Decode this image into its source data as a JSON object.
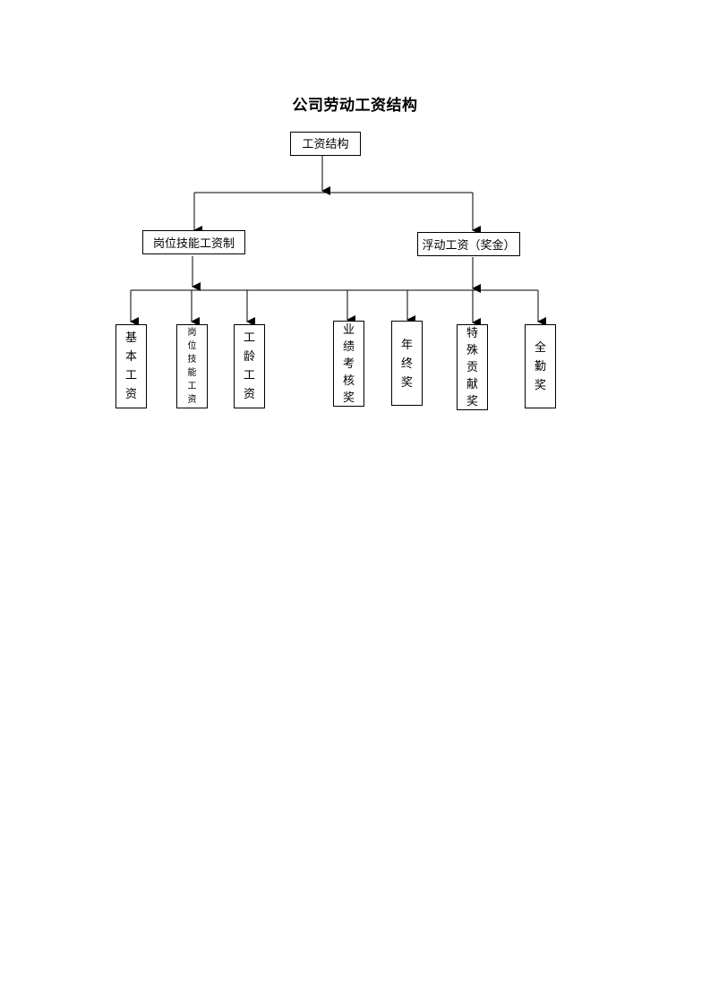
{
  "title": "公司劳动工资结构",
  "root": {
    "label": "工资结构"
  },
  "branches": [
    {
      "label": "岗位技能工资制"
    },
    {
      "label": "浮动工资（奖金）"
    }
  ],
  "leaves": [
    {
      "label": "基本工资"
    },
    {
      "label": "岗位技能工资"
    },
    {
      "label": "工龄工资"
    },
    {
      "label": "业绩考核奖"
    },
    {
      "label": "年终奖"
    },
    {
      "label": "特殊贡献奖"
    },
    {
      "label": "全勤奖"
    }
  ]
}
